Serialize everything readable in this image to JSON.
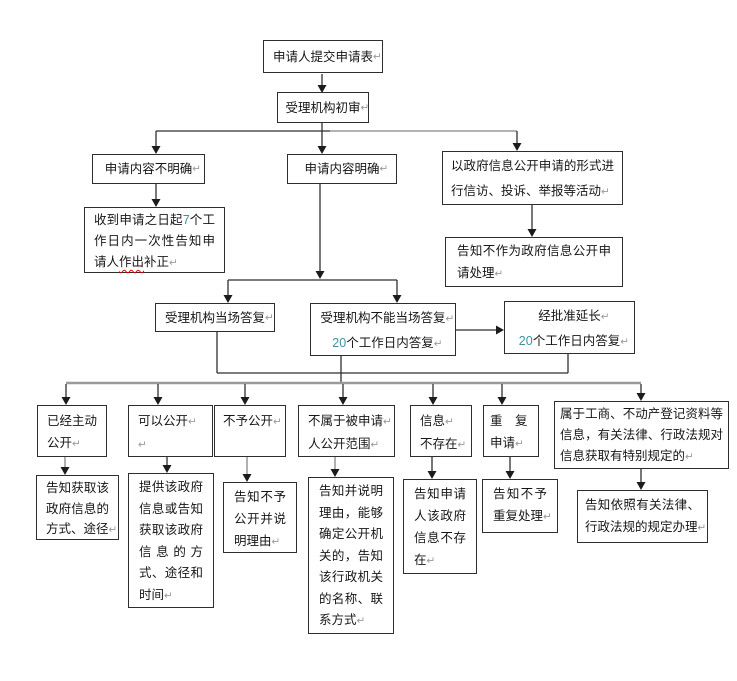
{
  "colors": {
    "box_border": "#2e2e2e",
    "connector_line": "#2f2f2f",
    "distribution_line": "#9a9a9a",
    "pilcrow_mark": "#9b9b9b",
    "number_text": "#3f8fa3",
    "misspell_underline": "#e00000"
  },
  "decorations": {
    "misspelled_word": "作出",
    "pilcrow_symbol": "↵"
  },
  "boxes": [
    {
      "name": "node-applicant-submits-form",
      "text": "申请人提交申请表↵"
    },
    {
      "name": "node-initial-review",
      "text": "受理机构初审↵"
    },
    {
      "name": "node-content-unclear",
      "text": "申请内容不明确↵"
    },
    {
      "name": "node-content-clear",
      "text": "申请内容明确↵"
    },
    {
      "name": "node-petition-complaint-form",
      "text": "以政府信息公开申请的形式进行信访、投诉、举报等活动↵"
    },
    {
      "name": "node-notify-supplement-correction",
      "text": "收到申请之日起7个工作日内一次性告知申请人作出补正↵"
    },
    {
      "name": "node-not-treated-as-disclosure-request",
      "text": "告知不作为政府信息公开申请处理↵"
    },
    {
      "name": "node-onspot-reply",
      "text": "受理机构当场答复↵"
    },
    {
      "name": "node-reply-within-20-days",
      "text": "受理机构不能当场答复↵\n20个工作日内答复↵"
    },
    {
      "name": "node-extended-20-days",
      "text": "经批准延长↵\n20个工作日内答复↵"
    },
    {
      "name": "node-already-disclosed",
      "text": "已经主动\n公开↵"
    },
    {
      "name": "node-can-disclose",
      "text": "可以公开↵\n↵"
    },
    {
      "name": "node-no-disclosure",
      "text": "不予公开↵"
    },
    {
      "name": "node-not-in-scope",
      "text": "不属于被申请↵\n人公开范围↵"
    },
    {
      "name": "node-info-not-exist",
      "text": "信息↵\n不存在↵"
    },
    {
      "name": "node-repeated-request",
      "text": "重　复\n申请↵"
    },
    {
      "name": "node-special-regulations",
      "text": "属于工商、不动产登记资料等信息，有关法律、行政法规对信息获取有特别规定的↵"
    },
    {
      "name": "node-notify-way-to-obtain",
      "text": "告知获取该政府信息的方式、途径↵"
    },
    {
      "name": "node-provide-info-or-notify",
      "text": "提供该政府信息或告知获取该政府信息的方式、途径和时间↵"
    },
    {
      "name": "node-notify-refusal-reason",
      "text": "告知不予公开并说明理由↵"
    },
    {
      "name": "node-notify-reason-and-authority",
      "text": "告知并说明理由，能够确定公开机关的，告知该行政机关的名称、联系方式↵"
    },
    {
      "name": "node-notify-info-not-exist",
      "text": "告知申请人该政府信息不存在↵"
    },
    {
      "name": "node-notify-no-repeat-processing",
      "text": "告知不予重复处理↵"
    },
    {
      "name": "node-follow-laws-regulations",
      "text": "告知依照有关法律、行政法规的规定办理↵"
    }
  ]
}
